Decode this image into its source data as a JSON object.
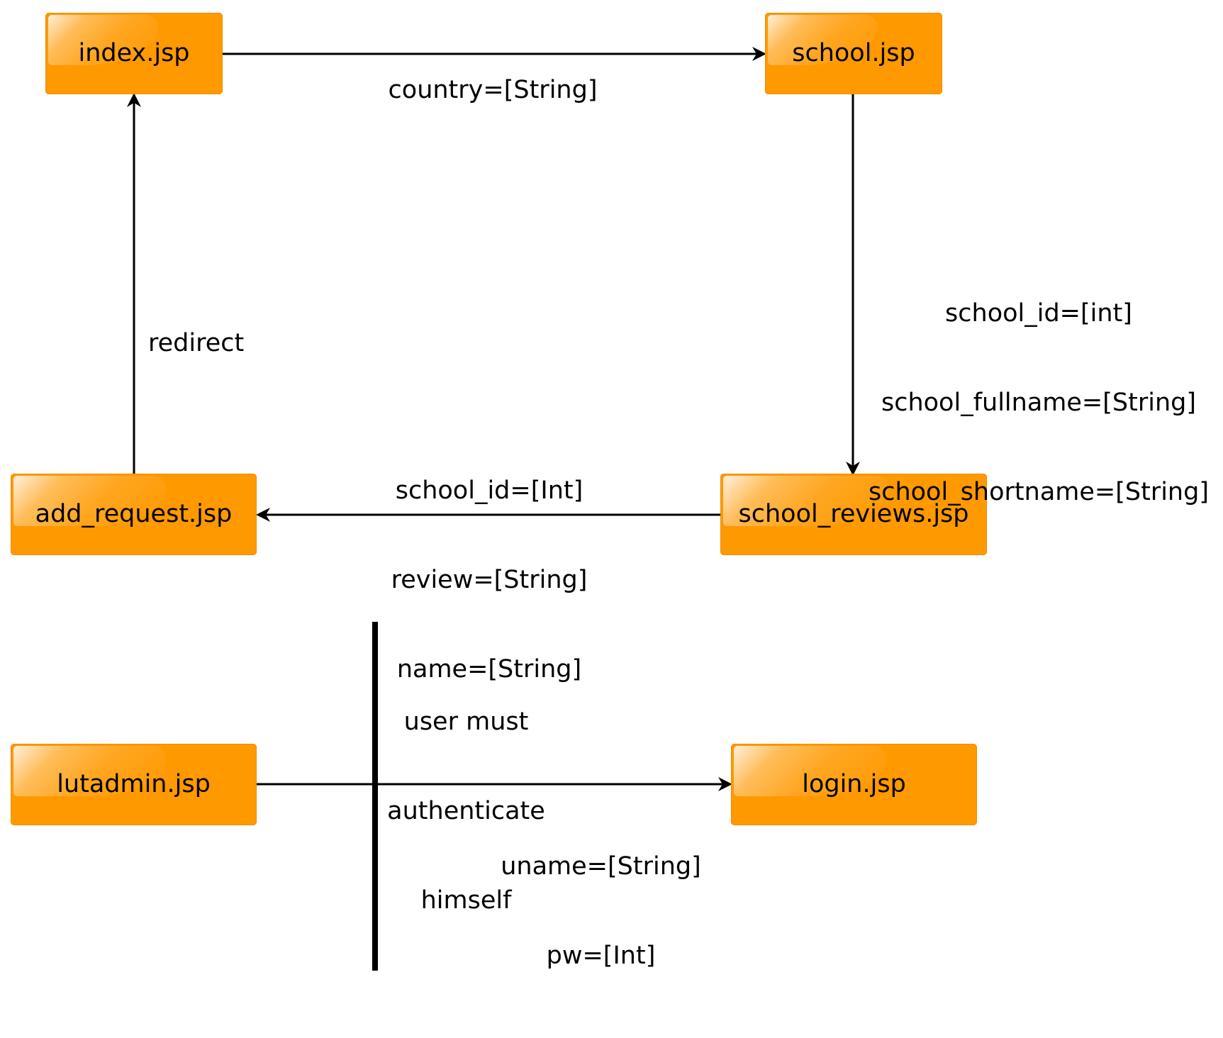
{
  "nodes": {
    "index": "index.jsp",
    "school": "school.jsp",
    "school_reviews": "school_reviews.jsp",
    "add_request": "add_request.jsp",
    "lutadmin": "lutadmin.jsp",
    "login": "login.jsp"
  },
  "edges": {
    "index_to_school": {
      "lines": [
        "country=[String]"
      ]
    },
    "school_to_reviews": {
      "lines": [
        "school_id=[int]",
        "school_fullname=[String]",
        "school_shortname=[String]"
      ]
    },
    "reviews_to_add_request": {
      "lines": [
        "school_id=[Int]",
        "review=[String]",
        "name=[String]"
      ]
    },
    "add_request_to_index": {
      "lines": [
        "redirect"
      ]
    },
    "lutadmin_to_login": {
      "lines": [
        "uname=[String]",
        "pw=[Int]"
      ]
    }
  },
  "barrier": {
    "lines": [
      "user must",
      "authenticate",
      "himself"
    ]
  },
  "colors": {
    "node_fill": "#ff9900",
    "node_border": "#f08c00",
    "line": "#000000"
  }
}
